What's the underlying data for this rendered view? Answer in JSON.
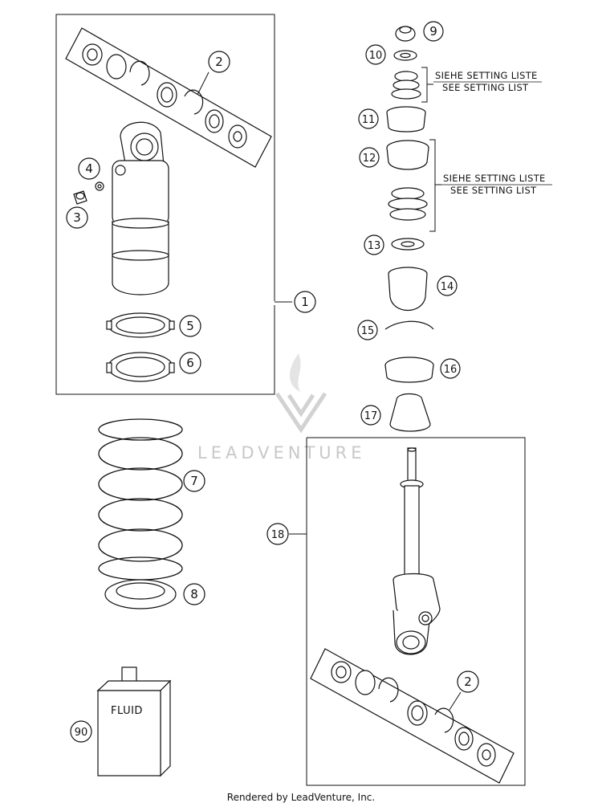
{
  "callouts": {
    "c1": "1",
    "c2a": "2",
    "c2b": "2",
    "c3": "3",
    "c4": "4",
    "c5": "5",
    "c6": "6",
    "c7": "7",
    "c8": "8",
    "c9": "9",
    "c10": "10",
    "c11": "11",
    "c12": "12",
    "c13": "13",
    "c14": "14",
    "c15": "15",
    "c16": "16",
    "c17": "17",
    "c18": "18",
    "c90": "90"
  },
  "notes": {
    "setting_de": "SIEHE SETTING LISTE",
    "setting_en": "SEE SETTING LIST"
  },
  "fluid_label": "FLUID",
  "watermark": "LEADVENTURE",
  "footer": "Rendered by LeadVenture, Inc.",
  "colors": {
    "line": "#111111",
    "watermark": "#c8c8c8"
  }
}
